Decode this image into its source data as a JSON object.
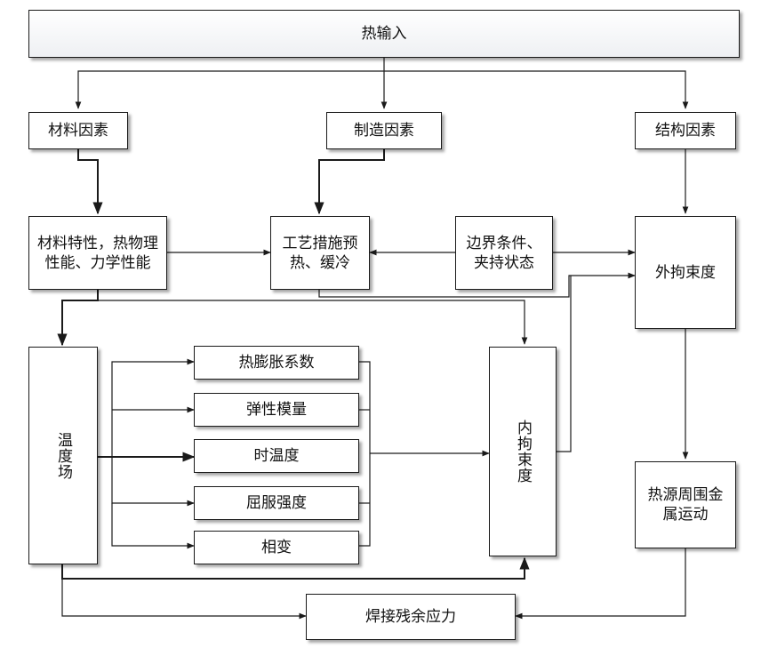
{
  "nodes": {
    "heat_input": "热输入",
    "material_factor": "材料因素",
    "manufacturing_factor": "制造因素",
    "structural_factor": "结构因素",
    "material_properties": "材料特性，热物理性能、力学性能",
    "process_measures": "工艺措施预热、缓冷",
    "boundary_conditions": "边界条件、夹持状态",
    "external_restraint": "外拘束度",
    "temperature_field": "温度场",
    "thermal_expansion": "热膨胀系数",
    "elastic_modulus": "弹性模量",
    "time_temperature": "时温度",
    "yield_strength": "屈服强度",
    "phase_change": "相变",
    "internal_restraint": "内拘束度",
    "metal_movement": "热源周围金属运动",
    "residual_stress": "焊接残余应力"
  }
}
